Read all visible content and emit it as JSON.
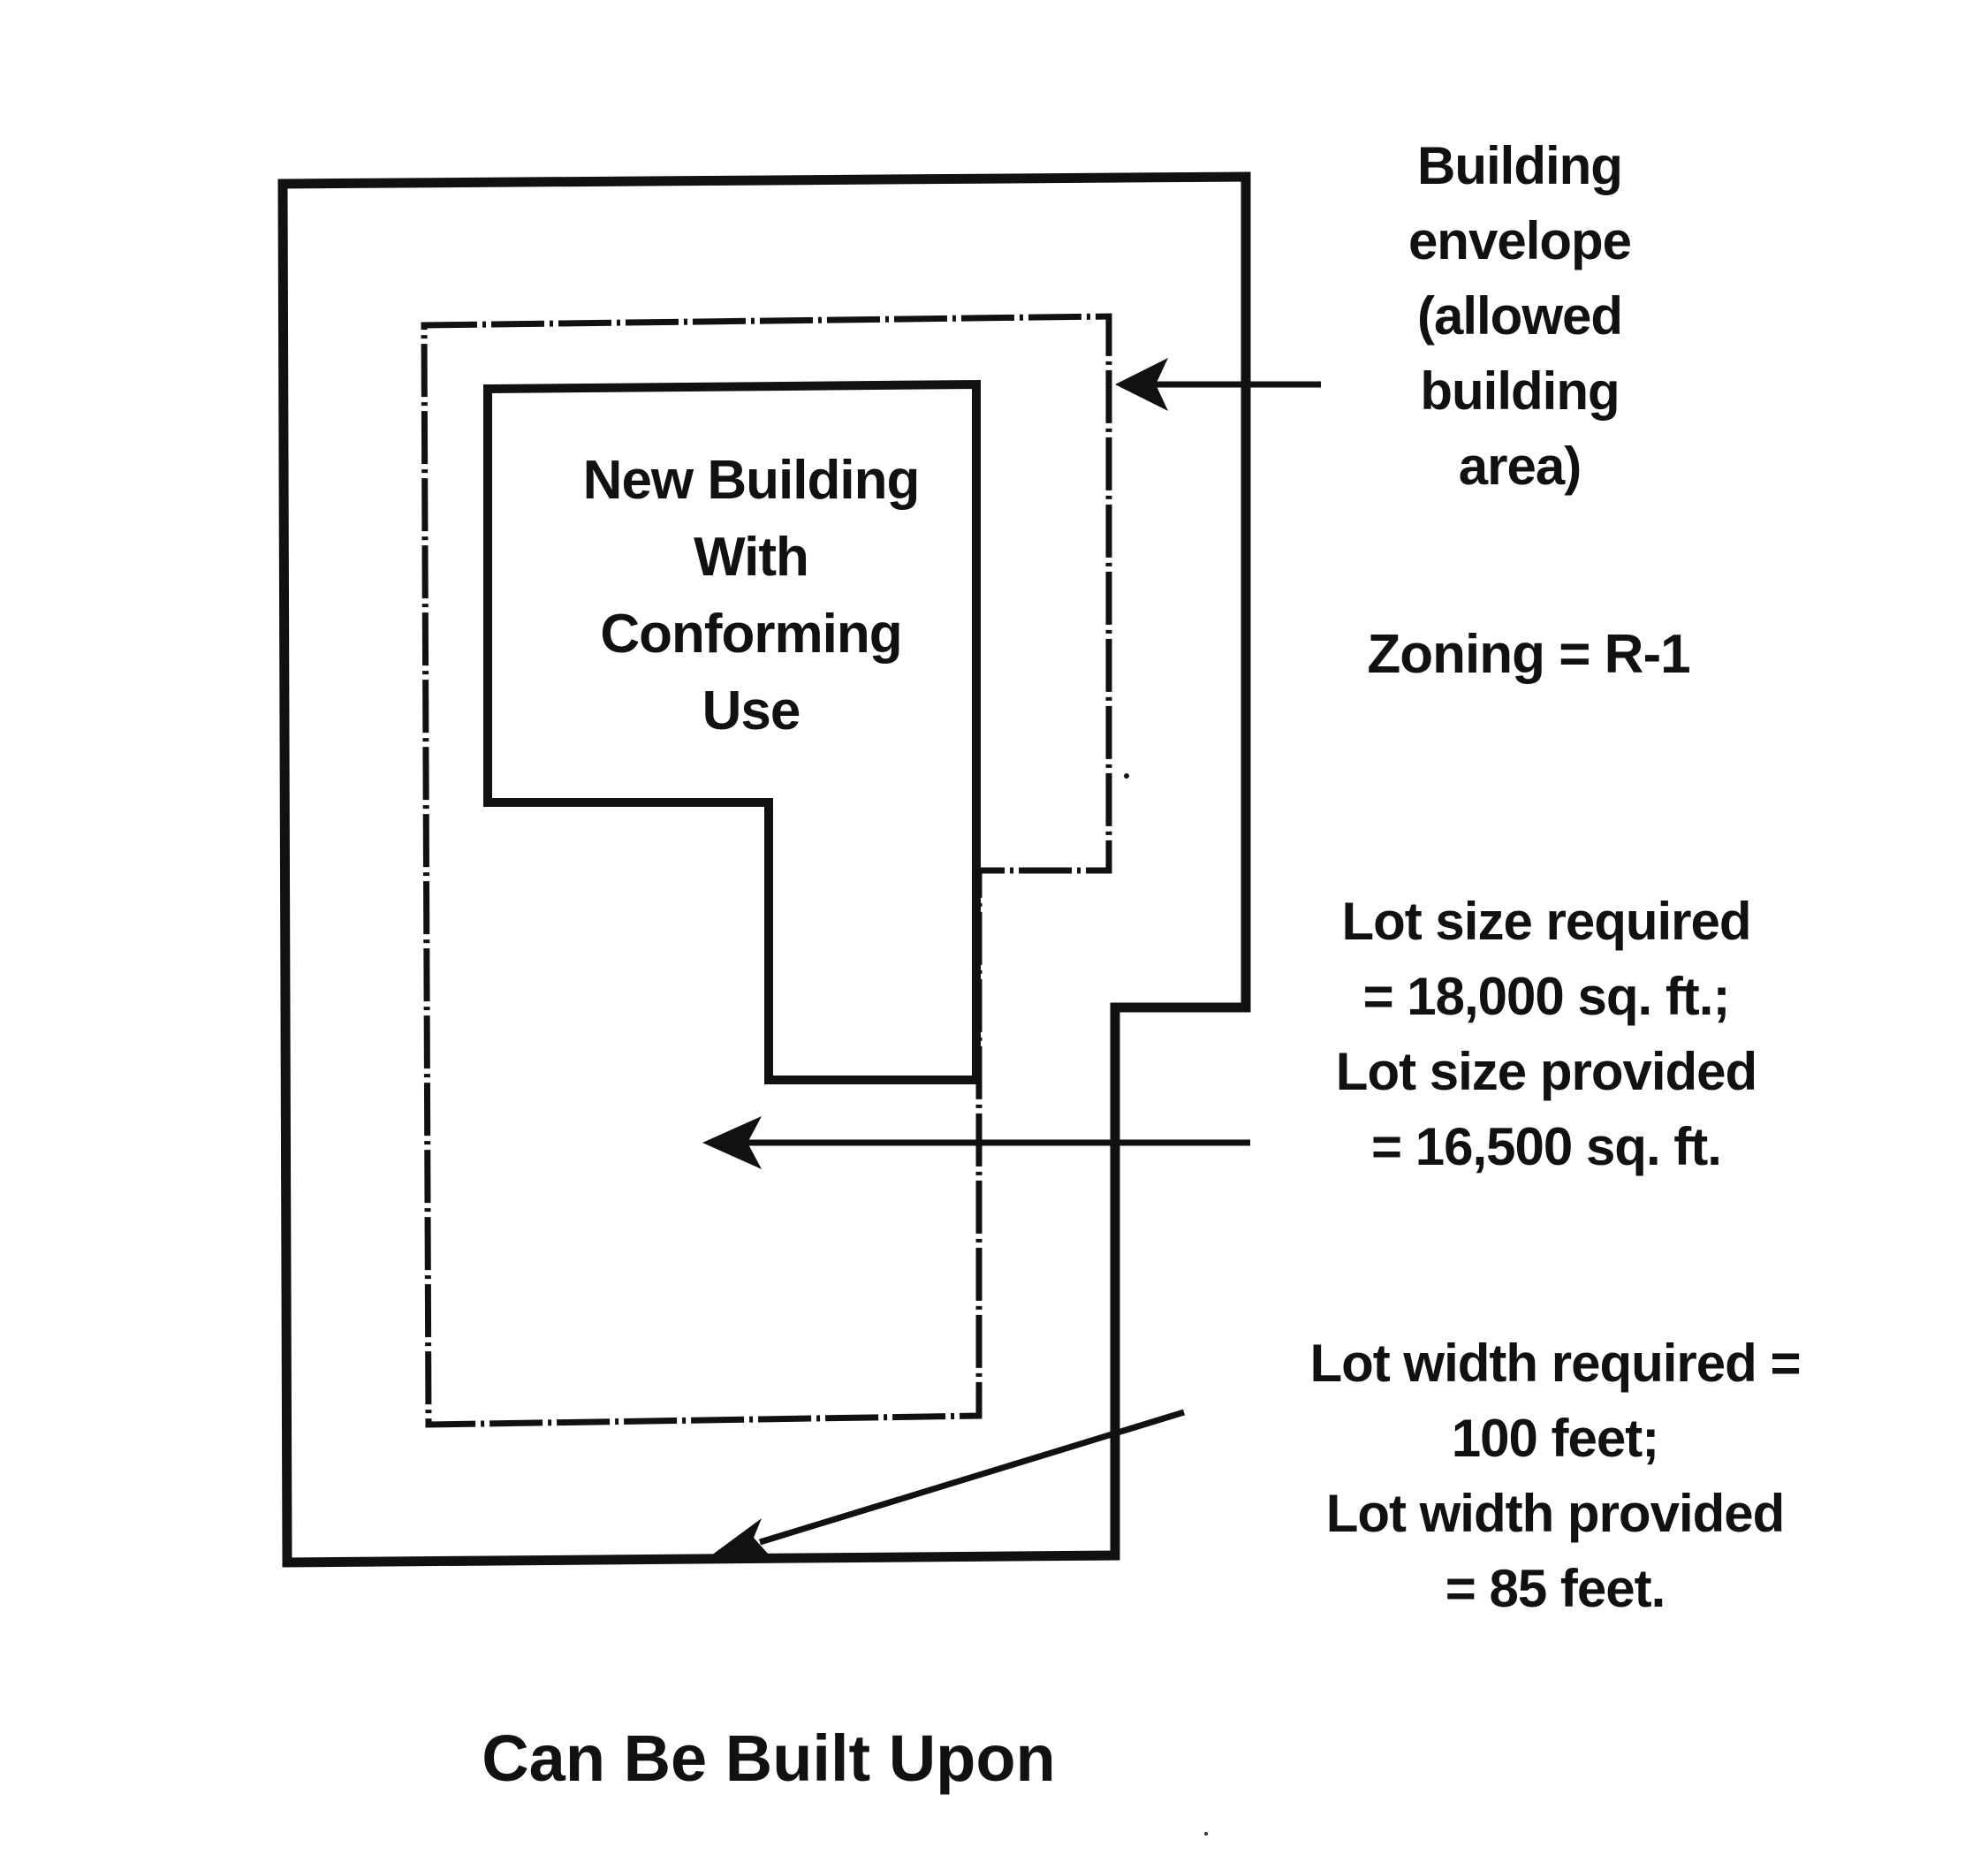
{
  "diagram": {
    "building_label": [
      "New Building",
      "With",
      "Conforming",
      "Use"
    ],
    "envelope_label": [
      "Building",
      "envelope",
      "(allowed",
      "building",
      "area)"
    ],
    "zoning_label": "Zoning = R-1",
    "lot_size_label": [
      "Lot size required",
      "= 18,000 sq. ft.;",
      "Lot size provided",
      "= 16,500 sq. ft."
    ],
    "lot_width_label": [
      "Lot width required =",
      "100 feet;",
      "Lot width provided",
      "= 85 feet."
    ],
    "caption": "Can Be Built Upon",
    "line_color": "#111111"
  }
}
